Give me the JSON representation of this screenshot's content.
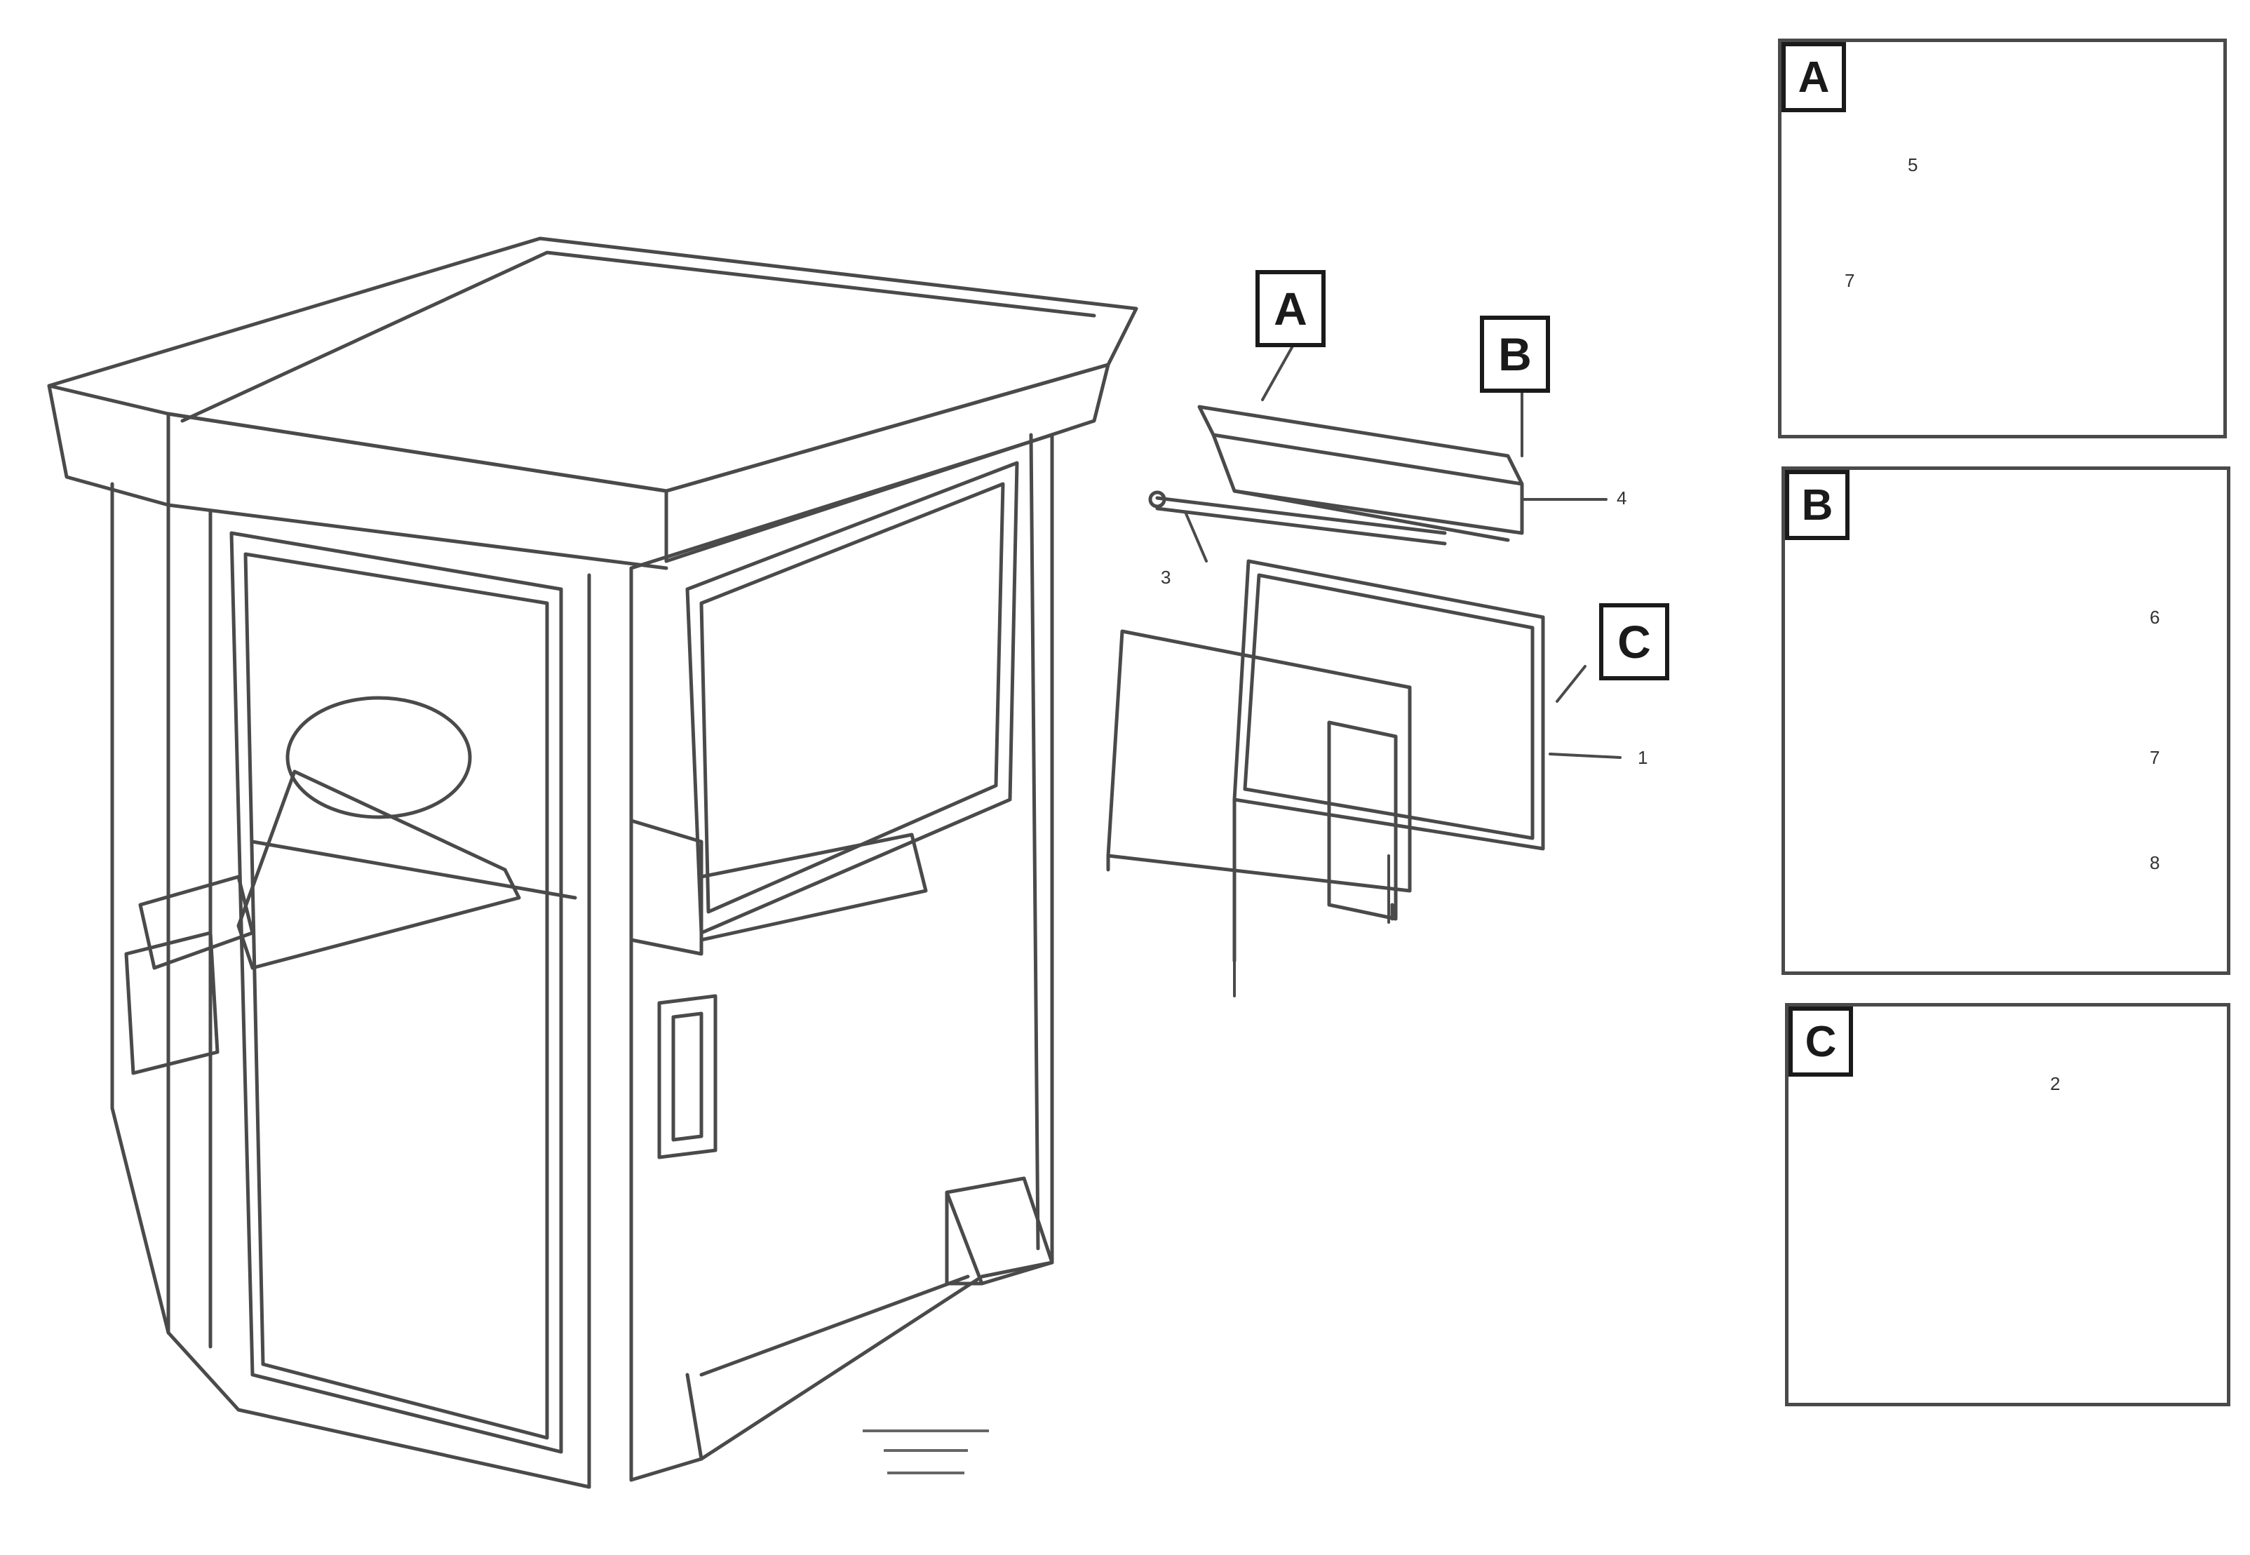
{
  "callouts": {
    "a": "A",
    "b": "B",
    "c": "C"
  },
  "detail_panels": [
    {
      "letter": "A",
      "part_numbers": [
        "5",
        "7"
      ]
    },
    {
      "letter": "B",
      "part_numbers": [
        "6",
        "7",
        "8"
      ]
    },
    {
      "letter": "C",
      "part_numbers": [
        "2"
      ]
    }
  ],
  "main_part_numbers": {
    "item_4": "4",
    "item_3": "3",
    "item_1": "1"
  },
  "drawing_reference": {
    "line1": "",
    "line2": "",
    "line3": ""
  },
  "colors": {
    "line": "#4a4a4a",
    "frame": "#1a1a1a"
  }
}
